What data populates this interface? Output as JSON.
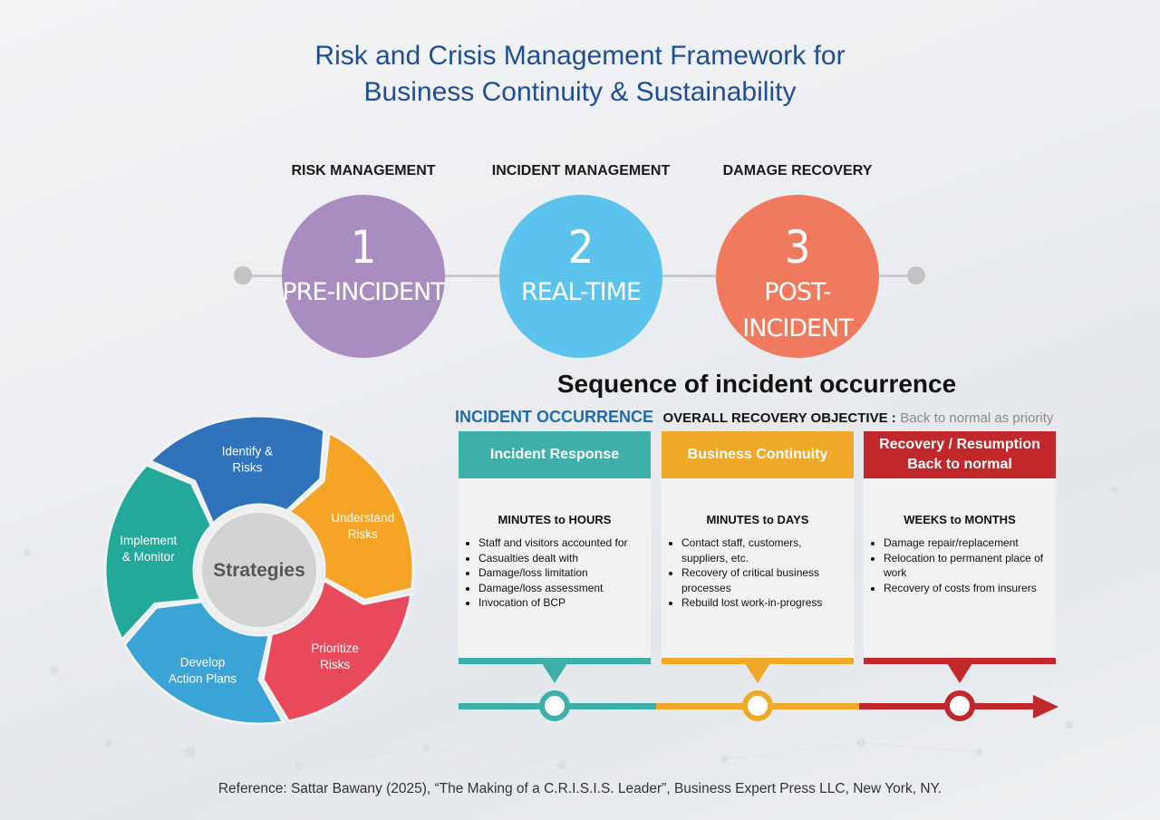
{
  "title": {
    "line1": "Risk and Crisis Management Framework for",
    "line2": "Business Continuity & Sustainability"
  },
  "phases": [
    {
      "heading": "RISK MANAGEMENT",
      "number": "1",
      "name": "PRE-INCIDENT",
      "color": "#a98cc0"
    },
    {
      "heading": "INCIDENT MANAGEMENT",
      "number": "2",
      "name": "REAL-TIME",
      "color": "#5bc3ec"
    },
    {
      "heading": "DAMAGE RECOVERY",
      "number": "3",
      "name": "POST-INCIDENT",
      "color": "#ef7a5d"
    }
  ],
  "sequence": {
    "title": "Sequence of incident occurrence",
    "occurrence_label": "INCIDENT OCCURRENCE",
    "objective_label": "OVERALL RECOVERY OBJECTIVE :",
    "objective_text": "Back to normal as priority",
    "columns": [
      {
        "header": "Incident Response",
        "color": "#3fb0a9",
        "duration": "MINUTES to HOURS",
        "items": [
          "Staff and visitors accounted for",
          "Casualties dealt with",
          "Damage/loss limitation",
          "Damage/loss assessment",
          "Invocation of BCP"
        ]
      },
      {
        "header": "Business Continuity",
        "color": "#f0a829",
        "duration": "MINUTES to DAYS",
        "items": [
          "Contact staff, customers, suppliers, etc.",
          "Recovery of critical business processes",
          "Rebuild lost work-in-progress"
        ]
      },
      {
        "header_line1": "Recovery / Resumption",
        "header_line2": "Back to normal",
        "color": "#c0282b",
        "duration": "WEEKS to MONTHS",
        "items": [
          "Damage repair/replacement",
          "Relocation to permanent place of work",
          "Recovery of costs from insurers"
        ]
      }
    ]
  },
  "cycle": {
    "center": "Strategies",
    "segments": [
      {
        "line1": "Implement",
        "line2": "& Monitor",
        "color": "#22a99a"
      },
      {
        "line1": "Identify &",
        "line2": "Risks",
        "color": "#2f73bd"
      },
      {
        "line1": "Understand",
        "line2": "Risks",
        "color": "#f5a425"
      },
      {
        "line1": "Prioritize",
        "line2": "Risks",
        "color": "#e84a5b"
      },
      {
        "line1": "Develop",
        "line2": "Action Plans",
        "color": "#3ba4d6"
      }
    ]
  },
  "reference": "Reference: Sattar Bawany (2025), “The Making of a C.R.I.S.I.S. Leader”, Business Expert Press LLC, New York, NY."
}
